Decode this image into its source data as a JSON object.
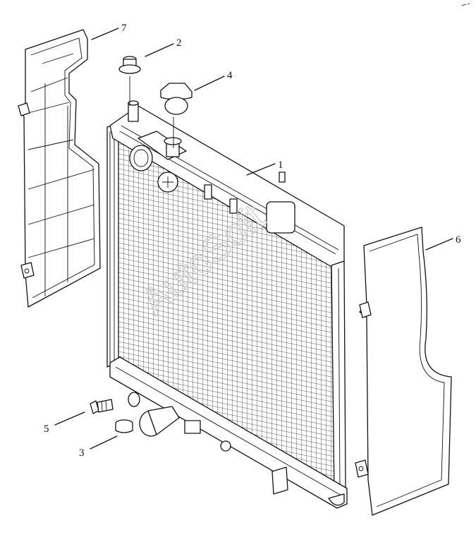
{
  "diagram": {
    "watermark": "AutoSoft",
    "callouts": [
      {
        "id": "c1",
        "label": "1",
        "part": "radiator-core"
      },
      {
        "id": "c2",
        "label": "2",
        "part": "filler-neck-cap"
      },
      {
        "id": "c3",
        "label": "3",
        "part": "drain-plug-grommet"
      },
      {
        "id": "c4",
        "label": "4",
        "part": "radiator-cap"
      },
      {
        "id": "c5",
        "label": "5",
        "part": "drain-cock"
      },
      {
        "id": "c6",
        "label": "6",
        "part": "right-air-guide"
      },
      {
        "id": "c7",
        "label": "7",
        "part": "left-air-guide"
      }
    ]
  }
}
